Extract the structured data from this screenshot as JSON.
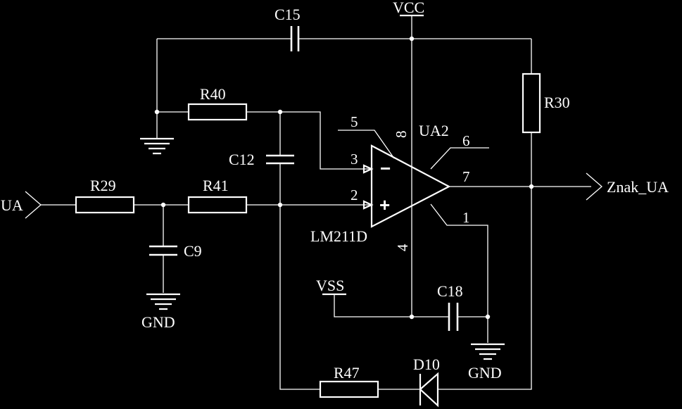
{
  "diagram": {
    "opamp": {
      "designator": "UA2",
      "part": "LM211D",
      "pin_inverting": "3",
      "pin_noninverting": "2",
      "pin_output": "7",
      "pin_supply_pos": "8",
      "pin_supply_neg": "4",
      "pin_balance": "5",
      "pin_strobe": "6",
      "pin_ground": "1",
      "minus_sign": "−",
      "plus_sign": "+"
    },
    "resistors": {
      "r29": "R29",
      "r41": "R41",
      "r40": "R40",
      "r30": "R30",
      "r47": "R47"
    },
    "capacitors": {
      "c15": "C15",
      "c12": "C12",
      "c9": "C9",
      "c18": "C18"
    },
    "diode": "D10",
    "ports": {
      "input": "UA",
      "output": "Znak_UA"
    },
    "power": {
      "vcc": "VCC",
      "vss": "VSS",
      "gnd_left": "GND",
      "gnd_right": "GND"
    }
  },
  "colors": {
    "background": "#000000",
    "wire": "#ffffff"
  }
}
